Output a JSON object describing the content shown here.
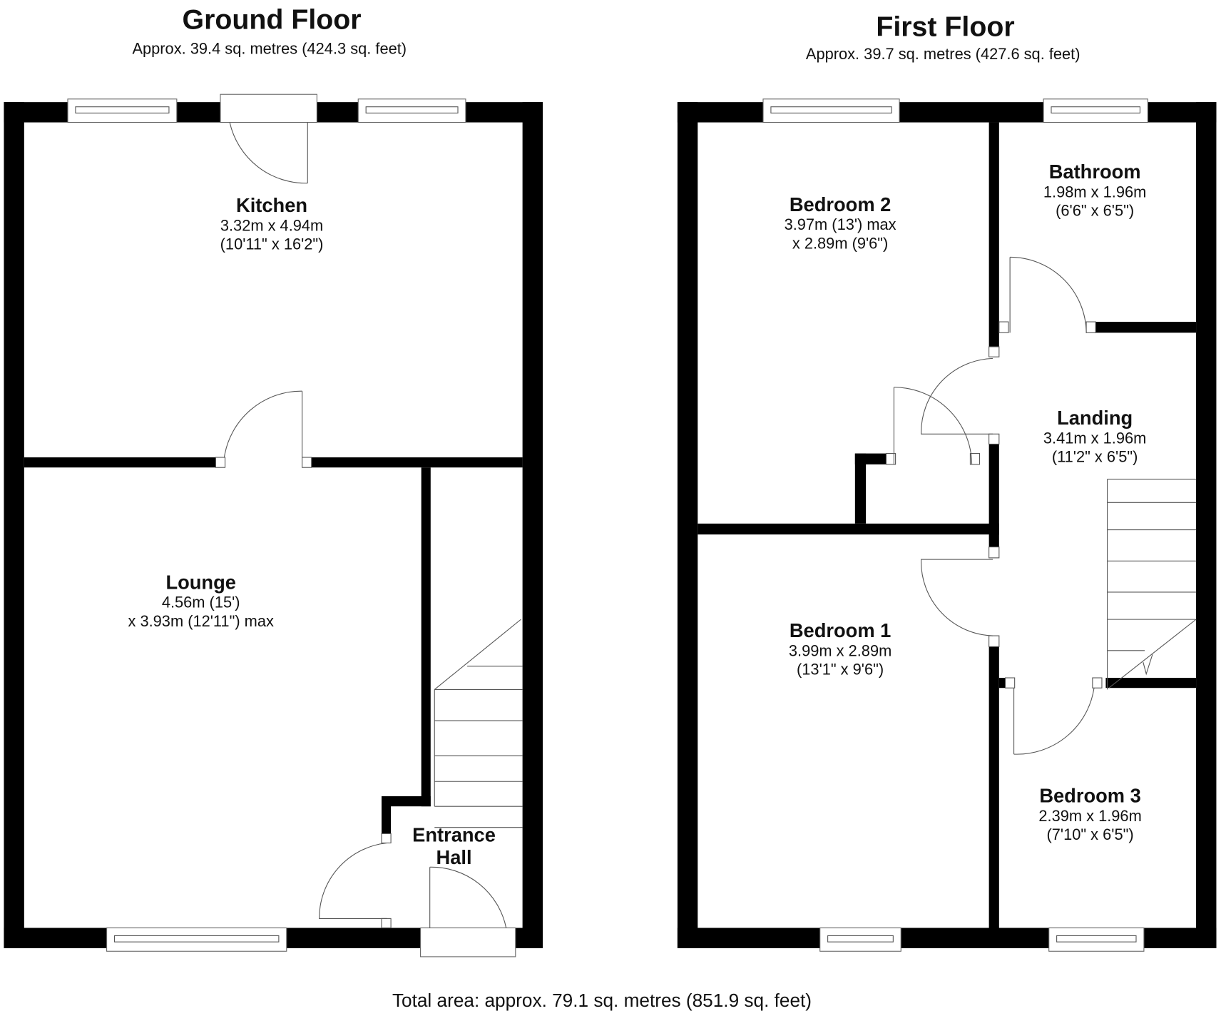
{
  "ground_floor": {
    "title": "Ground Floor",
    "area": "Approx. 39.4 sq. metres (424.3 sq. feet)",
    "rooms": [
      {
        "name": "Kitchen",
        "dims": [
          "3.32m x 4.94m",
          "(10'11\" x 16'2\")"
        ]
      },
      {
        "name": "Lounge",
        "dims": [
          "4.56m (15')",
          "x 3.93m (12'11\") max"
        ]
      },
      {
        "name": "Entrance",
        "name2": "Hall",
        "dims": []
      }
    ]
  },
  "first_floor": {
    "title": "First Floor",
    "area": "Approx. 39.7 sq. metres (427.6 sq. feet)",
    "rooms": [
      {
        "name": "Bedroom 2",
        "dims": [
          "3.97m (13') max",
          "x 2.89m (9'6\")"
        ]
      },
      {
        "name": "Bathroom",
        "dims": [
          "1.98m x 1.96m",
          "(6'6\" x 6'5\")"
        ]
      },
      {
        "name": "Landing",
        "dims": [
          "3.41m x 1.96m",
          "(11'2\" x 6'5\")"
        ]
      },
      {
        "name": "Bedroom 1",
        "dims": [
          "3.99m x 2.89m",
          "(13'1\" x 9'6\")"
        ]
      },
      {
        "name": "Bedroom 3",
        "dims": [
          "2.39m x 1.96m",
          "(7'10\" x 6'5\")"
        ]
      }
    ]
  },
  "total_area": "Total area: approx. 79.1 sq. metres (851.9 sq. feet)"
}
